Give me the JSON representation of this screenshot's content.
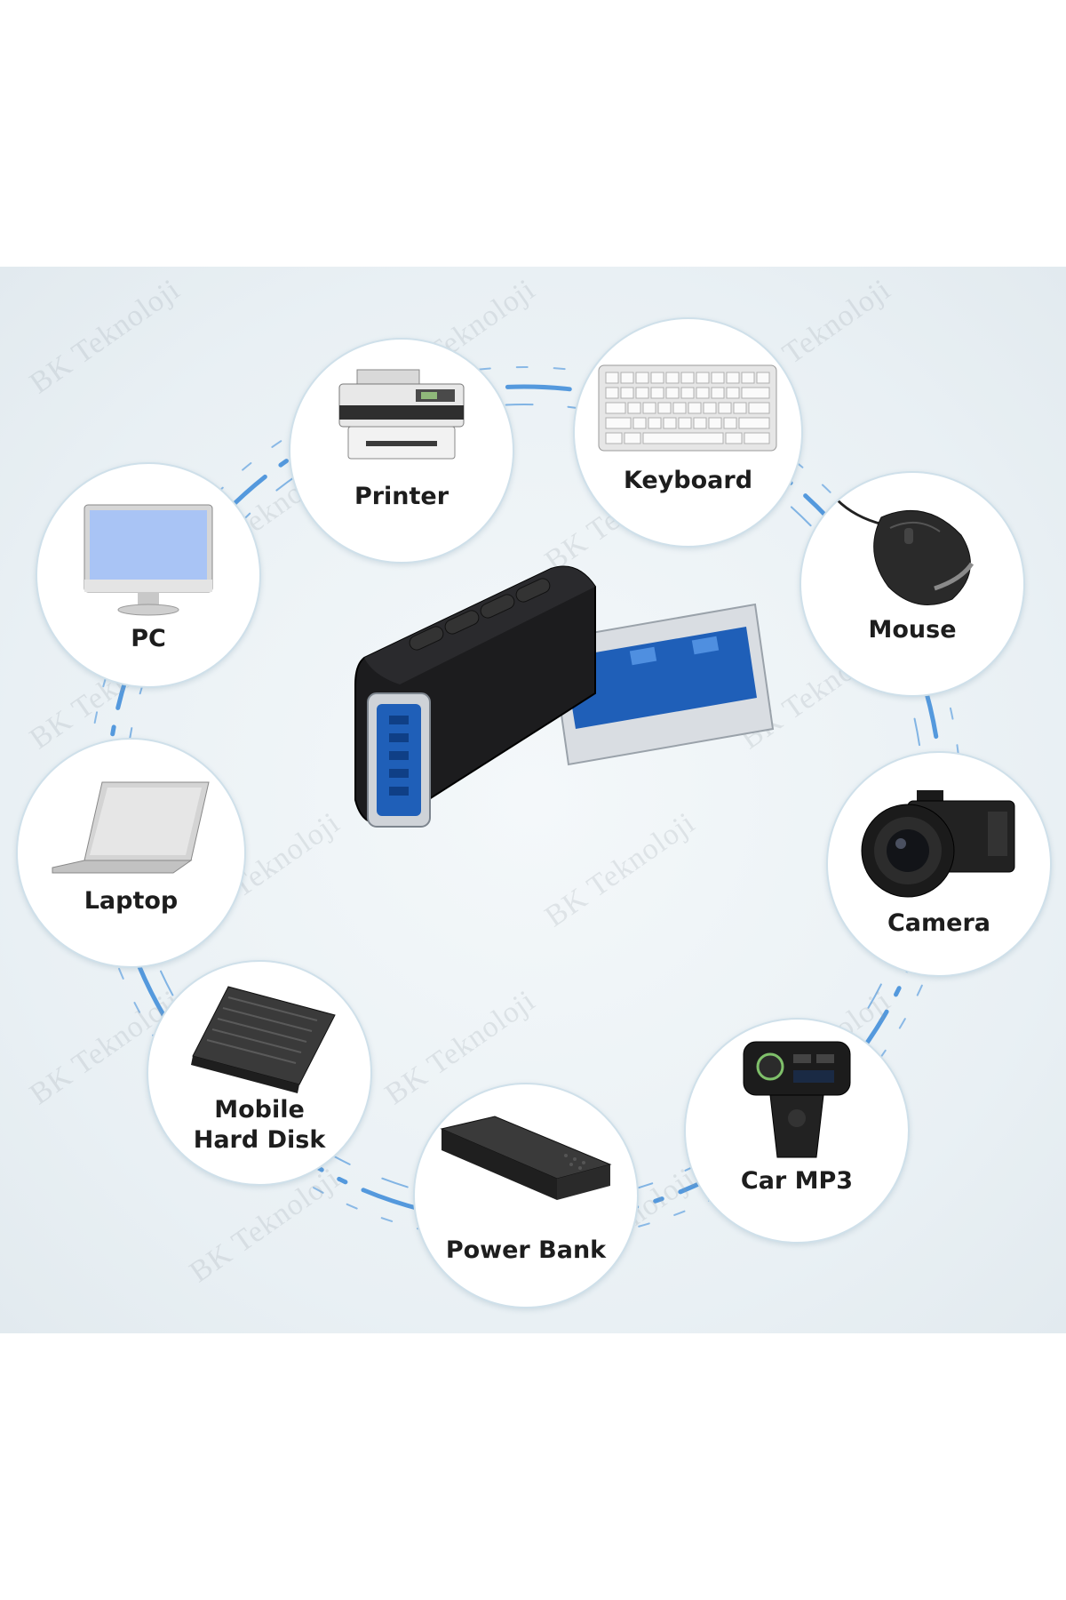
{
  "watermark_text": "BK Teknoloji",
  "product": {
    "name": "usb-3.0-right-angle-adapter",
    "accent_color": "#1f5fb8",
    "body_color": "#1c1c1e"
  },
  "ring_color": "#3a8ad8",
  "devices": [
    {
      "id": "printer",
      "label": "Printer",
      "icon": "printer-icon"
    },
    {
      "id": "keyboard",
      "label": "Keyboard",
      "icon": "keyboard-icon"
    },
    {
      "id": "pc",
      "label": "PC",
      "icon": "monitor-icon"
    },
    {
      "id": "mouse",
      "label": "Mouse",
      "icon": "mouse-icon"
    },
    {
      "id": "laptop",
      "label": "Laptop",
      "icon": "laptop-icon"
    },
    {
      "id": "camera",
      "label": "Camera",
      "icon": "camera-icon"
    },
    {
      "id": "hard-disk",
      "label_line1": "Mobile",
      "label_line2": "Hard Disk",
      "icon": "hard-disk-icon"
    },
    {
      "id": "car-mp3",
      "label": "Car MP3",
      "icon": "car-mp3-icon"
    },
    {
      "id": "power-bank",
      "label": "Power Bank",
      "icon": "power-bank-icon"
    }
  ]
}
